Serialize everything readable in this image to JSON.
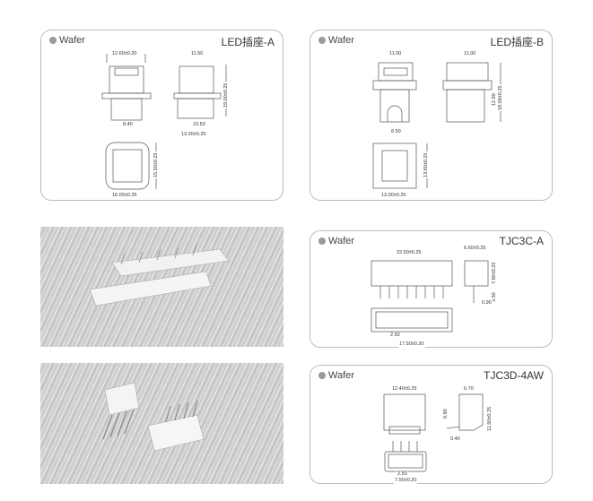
{
  "series_label": "Wafer",
  "colors": {
    "border": "#bdbdbd",
    "dot": "#9a9a9a",
    "line": "#555555"
  },
  "panels": {
    "led_a": {
      "model": "LED插座-A",
      "dims": [
        "12.60±0.20",
        "11.50",
        "19.00±0.25",
        "8.40",
        "10.50",
        "13.30±0.25",
        "15.50±0.25",
        "16.00±0.25"
      ]
    },
    "led_b": {
      "model": "LED插座-B",
      "dims": [
        "11.00",
        "11.00",
        "12.90",
        "18.00±0.25",
        "8.50",
        "13.60±0.25",
        "13.00±0.25"
      ]
    },
    "tjc3c": {
      "model": "TJC3C-A",
      "dims": [
        "22.50±0.25",
        "6.60±0.25",
        "7.80±0.25",
        "3.50",
        "0.90",
        "2.50",
        "17.50±0.20"
      ]
    },
    "tjc3d": {
      "model": "TJC3D-4AW",
      "dims": [
        "12.40±0.25",
        "6.70",
        "0.80",
        "11.50±0.25",
        "0.40",
        "2.50",
        "7.50±0.20"
      ]
    }
  }
}
